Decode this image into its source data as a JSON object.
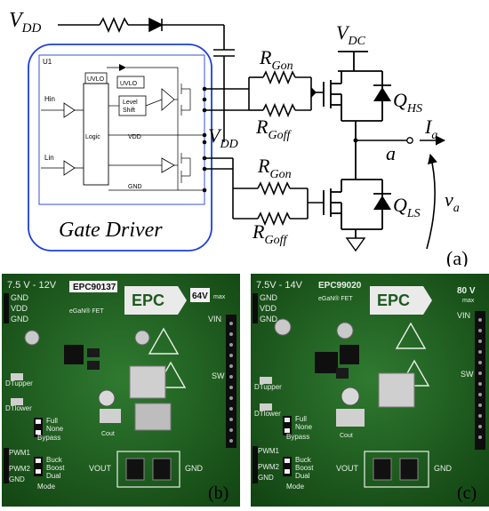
{
  "schematic": {
    "vdd_top": {
      "main": "V",
      "sub": "DD"
    },
    "vdc": {
      "main": "V",
      "sub": "DC"
    },
    "vdd_mid": {
      "main": "V",
      "sub": "DD"
    },
    "u1": "U1",
    "hin": "Hin",
    "lin": "Lin",
    "uvlo1": "UVLO",
    "uvlo2": "UVLO",
    "level_shift_1": "Level",
    "level_shift_2": "Shift",
    "logic": "Logic",
    "vdd_pin": "VDD",
    "gnd_pin": "GND",
    "gate_driver": "Gate Driver",
    "r_gon_top": {
      "main": "R",
      "sub": "Gon"
    },
    "r_goff_top": {
      "main": "R",
      "sub": "Goff"
    },
    "r_gon_bot": {
      "main": "R",
      "sub": "Gon"
    },
    "r_goff_bot": {
      "main": "R",
      "sub": "Goff"
    },
    "q_hs": {
      "main": "Q",
      "sub": "HS"
    },
    "q_ls": {
      "main": "Q",
      "sub": "LS"
    },
    "i_a": {
      "main": "I",
      "sub": "a"
    },
    "node_a": "a",
    "v_a": {
      "main": "v",
      "sub": "a"
    },
    "panel_a": "(a)"
  },
  "board_b": {
    "voltage": "7.5 V - 12V",
    "part": "EPC90137",
    "brand": "EPC",
    "max_badge": "64V",
    "max_sub": "max",
    "gnd1": "GND",
    "vdd": "VDD",
    "gnd2": "GND",
    "vin": "VIN",
    "sw": "SW",
    "dt_upper": "DTupper",
    "dt_lower": "DTlower",
    "full": "Full",
    "none": "None",
    "bypass": "Bypass",
    "pwm1": "PWM1",
    "pwm2": "PWM2",
    "gnd3": "GND",
    "buck": "Buck",
    "boost": "Boost",
    "dual": "Dual",
    "mode": "Mode",
    "vout": "VOUT",
    "gnd4": "GND",
    "cout": "Cout",
    "egan": "eGaN® FET",
    "panel": "(b)"
  },
  "board_c": {
    "voltage": "7.5V - 14V",
    "part": "EPC99020",
    "brand": "EPC",
    "max_badge": "80 V",
    "max_sub": "max",
    "gnd1": "GND",
    "vdd": "VDD",
    "gnd2": "GND",
    "vin": "VIN",
    "sw": "SW",
    "dt_upper": "DTupper",
    "dt_lower": "DTlower",
    "full": "Full",
    "none": "None",
    "bypass": "Bypass",
    "pwm1": "PWM1",
    "pwm2": "PWM2",
    "gnd3": "GND",
    "buck": "Buck",
    "boost": "Boost",
    "dual": "Dual",
    "mode": "Mode",
    "vout": "VOUT",
    "gnd4": "GND",
    "cout": "Cout",
    "egan": "eGaN® FET",
    "panel": "(c)"
  }
}
